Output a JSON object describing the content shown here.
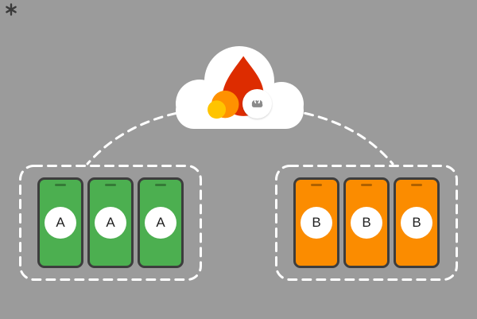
{
  "canvas": {
    "background": "#9b9b9b"
  },
  "corner_mark": {
    "icon": "spark-asterisk",
    "color": "#3a3a3a"
  },
  "cloud": {
    "fill": "#ffffff",
    "flame_logo": {
      "icon": "firebase-flame",
      "red": "#dd2c00",
      "orange": "#ff9100",
      "yellow": "#ffc400"
    },
    "sync_badge": {
      "icon": "cloud-sync",
      "bg": "#ffffff",
      "icon_color": "#8a8a8a",
      "arrow_color": "#ffffff"
    }
  },
  "connectors": {
    "color": "#ffffff"
  },
  "groups": [
    {
      "frame_color": "#ffffff",
      "device_color": "#4caf50",
      "device_border": "#3d3d3d",
      "badge_bg": "#ffffff",
      "badge_text_color": "#1f1f1f",
      "devices": [
        "A",
        "A",
        "A"
      ]
    },
    {
      "frame_color": "#ffffff",
      "device_color": "#fb8c00",
      "device_border": "#3d3d3d",
      "badge_bg": "#ffffff",
      "badge_text_color": "#1f1f1f",
      "devices": [
        "B",
        "B",
        "B"
      ]
    }
  ]
}
